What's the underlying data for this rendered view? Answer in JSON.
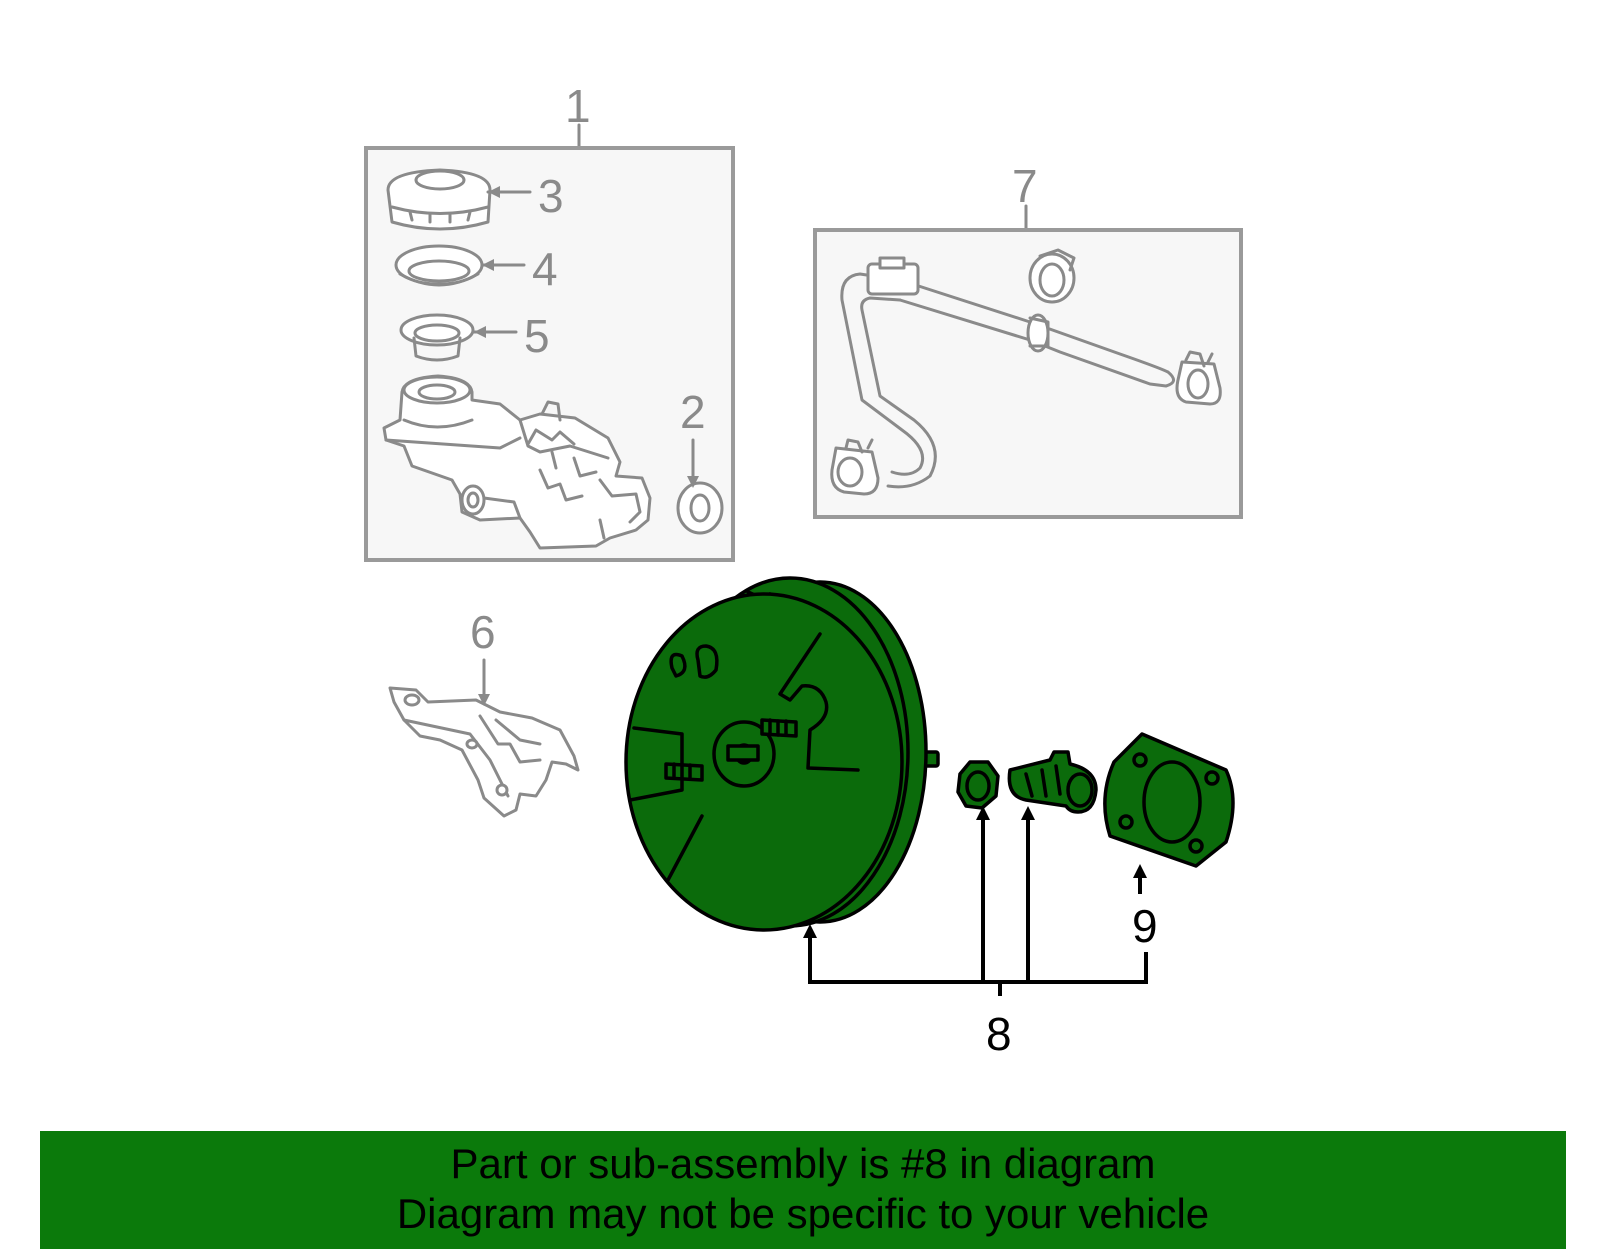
{
  "callouts": {
    "c1": "1",
    "c2": "2",
    "c3": "3",
    "c4": "4",
    "c5": "5",
    "c6": "6",
    "c7": "7",
    "c8": "8",
    "c9": "9"
  },
  "banner": {
    "line1": "Part or sub-assembly is #8 in diagram",
    "line2": "Diagram may not be specific to your vehicle"
  },
  "colors": {
    "highlight": "#0b6b0b",
    "banner_bg": "#0b7a0b",
    "inactive": "#8a8a8a"
  }
}
